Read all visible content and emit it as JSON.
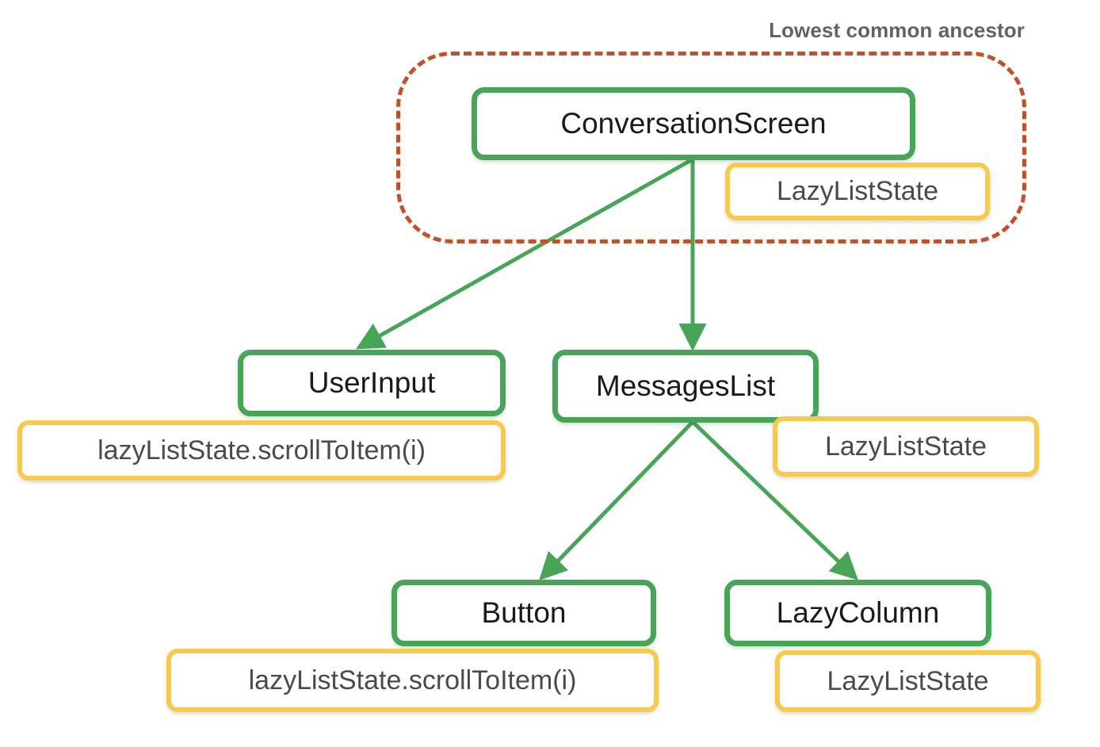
{
  "diagram": {
    "title": "Lowest common ancestor",
    "colors": {
      "composable_border": "#48A558",
      "state_border": "#F9C94C",
      "region_border": "#C2502B",
      "arrow": "#48A558",
      "label_text": "#5F6368",
      "node_text": "#1a1a1a",
      "state_text": "#4A4A4A",
      "background": "#ffffff"
    },
    "nodes": {
      "conversation_screen": "ConversationScreen",
      "user_input": "UserInput",
      "messages_list": "MessagesList",
      "button": "Button",
      "lazy_column": "LazyColumn"
    },
    "state_chips": {
      "conversation_screen_state": "LazyListState",
      "user_input_state": "lazyListState.scrollToItem(i)",
      "messages_list_state": "LazyListState",
      "button_state": "lazyListState.scrollToItem(i)",
      "lazy_column_state": "LazyListState"
    },
    "edges": [
      {
        "from": "ConversationScreen",
        "to": "UserInput"
      },
      {
        "from": "ConversationScreen",
        "to": "MessagesList"
      },
      {
        "from": "MessagesList",
        "to": "Button"
      },
      {
        "from": "MessagesList",
        "to": "LazyColumn"
      }
    ],
    "region": {
      "label": "Lowest common ancestor",
      "contains": [
        "ConversationScreen",
        "LazyListState"
      ]
    }
  }
}
